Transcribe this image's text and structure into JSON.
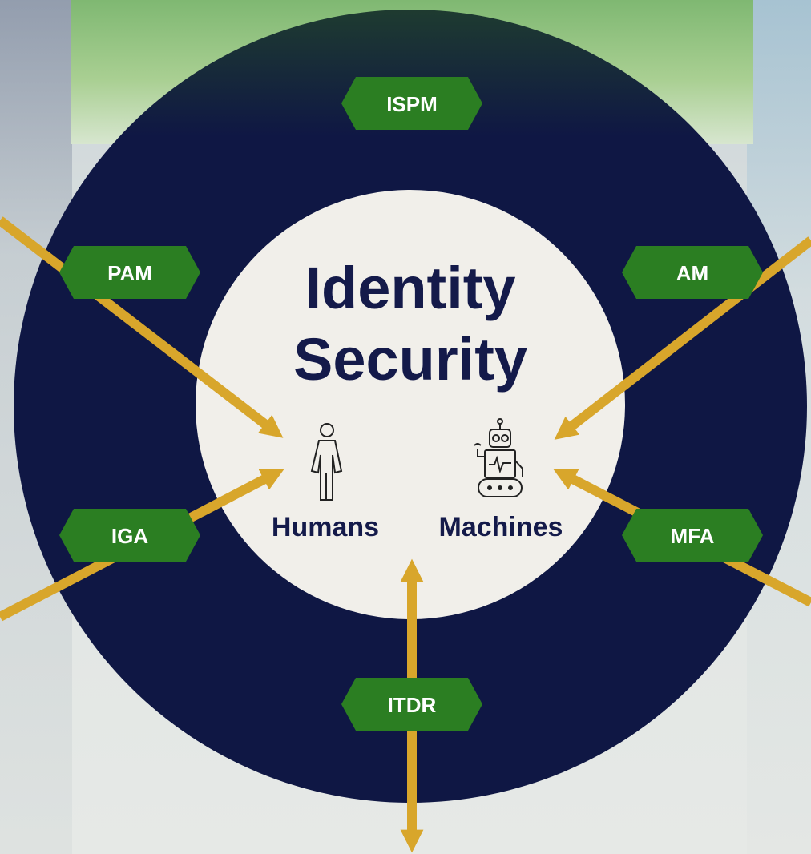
{
  "title": {
    "line1": "Identity",
    "line2": "Security"
  },
  "entities": [
    {
      "label": "Humans",
      "icon": "person-icon"
    },
    {
      "label": "Machines",
      "icon": "robot-icon"
    }
  ],
  "tags": [
    "ISPM",
    "PAM",
    "AM",
    "IGA",
    "MFA",
    "ITDR"
  ],
  "colors": {
    "ring": "#0f1744",
    "inner": "#f1efea",
    "tag": "#2b7e22",
    "arrow": "#d8a62b",
    "title": "#141a4a"
  }
}
